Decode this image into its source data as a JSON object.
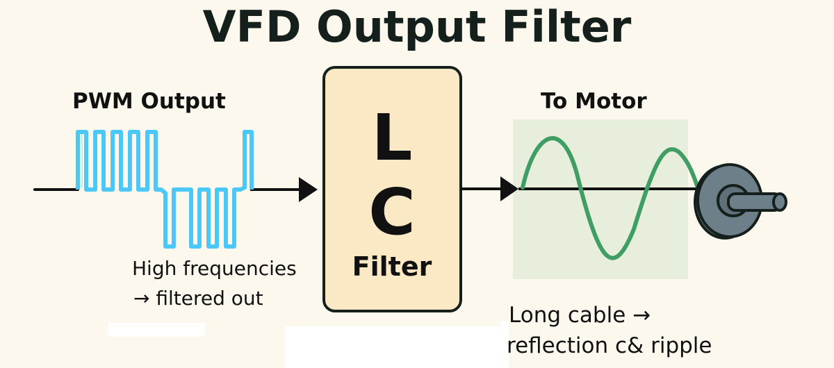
{
  "title": "VFD Output Filter",
  "input": {
    "label": "PWM Output",
    "note_line1": "High frequencies",
    "note_line2": "→ filtered out"
  },
  "filter": {
    "letter1": "L",
    "letter2": "C",
    "label": "Filter"
  },
  "output": {
    "label": "To Motor",
    "note_line1": "Long cable →",
    "note_line2": "reflection c& ripple"
  },
  "colors": {
    "background": "#fdf8ee",
    "pwm": "#4cc8f8",
    "sine": "#3e9e63",
    "filter_box": "#fbe8c4",
    "sine_bg": "#e7eedb",
    "motor": "#5f7079"
  }
}
